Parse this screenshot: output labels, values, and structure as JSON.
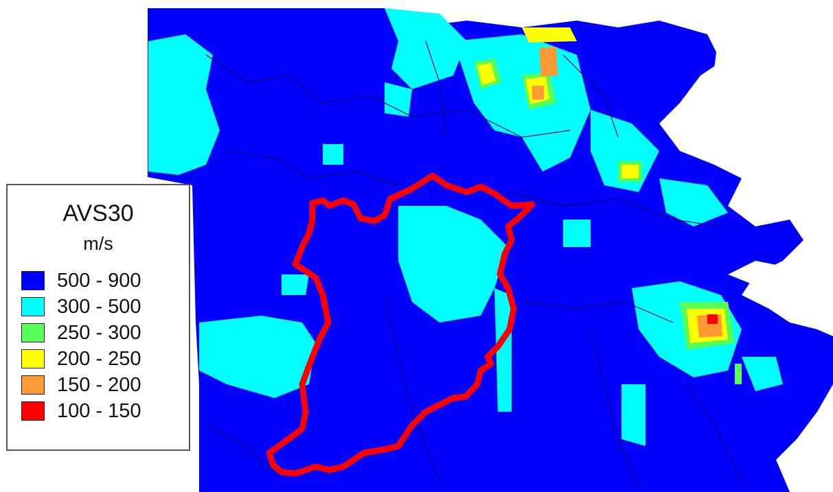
{
  "legend": {
    "title": "AVS30",
    "unit": "m/s",
    "items": [
      {
        "label": "500 - 900",
        "color": "#0000ff"
      },
      {
        "label": "300 - 500",
        "color": "#00ffff"
      },
      {
        "label": "250 - 300",
        "color": "#55ff55"
      },
      {
        "label": "200 - 250",
        "color": "#ffff00"
      },
      {
        "label": "150 - 200",
        "color": "#ff9933"
      },
      {
        "label": "100 - 150",
        "color": "#ff0000"
      }
    ]
  },
  "colors": {
    "land_base": "#0000ff",
    "sea": "#ffffff",
    "study_area_outline": "#ff0000",
    "boundary_lines": "#000066"
  }
}
